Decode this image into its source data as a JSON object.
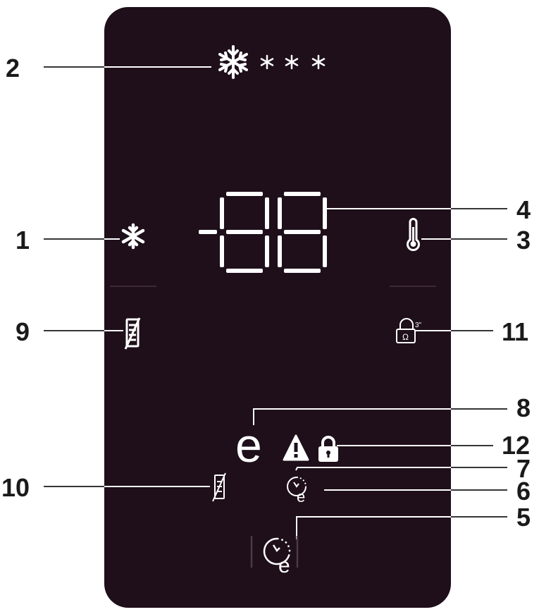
{
  "panel": {
    "background_color": "#1e0f1a",
    "icon_color": "#ffffff"
  },
  "display": {
    "digits_text": "-88",
    "ecologo_letter": "e",
    "lock_timer_text": "3\""
  },
  "callouts": [
    {
      "id": "1",
      "label": "1",
      "target": "fast-freeze-icon"
    },
    {
      "id": "2",
      "label": "2",
      "target": "freezer-stars-icons"
    },
    {
      "id": "3",
      "label": "3",
      "target": "thermometer-icon"
    },
    {
      "id": "4",
      "label": "4",
      "target": "temperature-digits"
    },
    {
      "id": "5",
      "label": "5",
      "target": "eco-timer-button"
    },
    {
      "id": "6",
      "label": "6",
      "target": "eco-timer-icon"
    },
    {
      "id": "7",
      "label": "7",
      "target": "alarm-icon"
    },
    {
      "id": "8",
      "label": "8",
      "target": "eco-icon"
    },
    {
      "id": "9",
      "label": "9",
      "target": "water-filter-icon"
    },
    {
      "id": "10",
      "label": "10",
      "target": "filter-reset-icon"
    },
    {
      "id": "11",
      "label": "11",
      "target": "lock-timer-icon"
    },
    {
      "id": "12",
      "label": "12",
      "target": "lock-icon"
    }
  ]
}
